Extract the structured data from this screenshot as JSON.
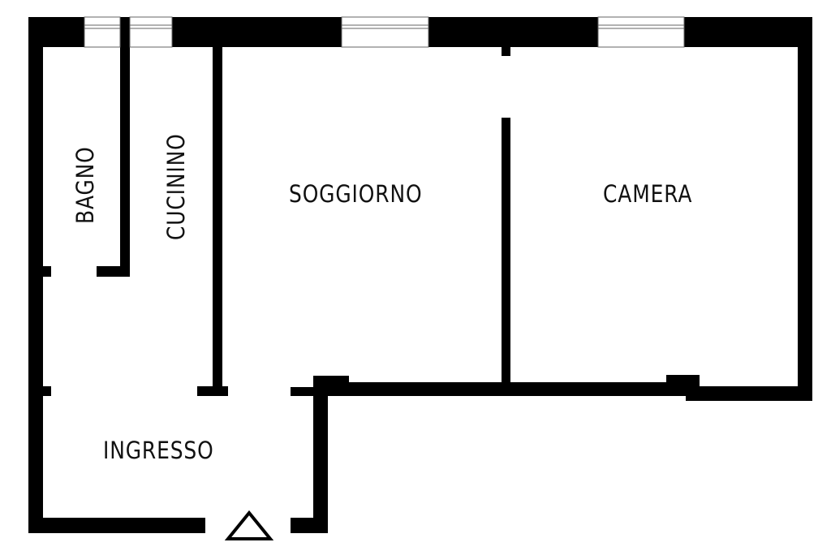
{
  "colors": {
    "wall": "#000000",
    "background": "#ffffff",
    "window_frame": "#666666",
    "text": "#111111"
  },
  "rooms": [
    {
      "id": "bagno",
      "label": "BAGNO",
      "orientation": "vertical"
    },
    {
      "id": "cucinino",
      "label": "CUCININO",
      "orientation": "vertical"
    },
    {
      "id": "soggiorno",
      "label": "SOGGIORNO",
      "orientation": "horizontal"
    },
    {
      "id": "camera",
      "label": "CAMERA",
      "orientation": "horizontal"
    },
    {
      "id": "ingresso",
      "label": "INGRESSO",
      "orientation": "horizontal"
    }
  ],
  "entrance_marker": {
    "icon": "entrance-triangle-icon"
  },
  "windows_count": 4
}
